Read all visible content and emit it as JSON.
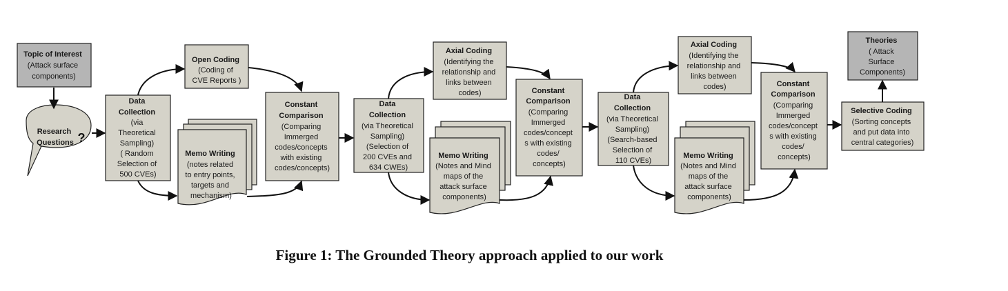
{
  "caption": "Figure 1: The Grounded Theory approach applied to our work",
  "colors": {
    "box_fill": "#d5d3c9",
    "dark_box_fill": "#b5b5b5",
    "stroke": "#222222"
  },
  "nodes": {
    "topic": {
      "title": "Topic of Interest",
      "lines": [
        "(Attack surface",
        "components)"
      ]
    },
    "rq": {
      "title": "Research",
      "title2": "Questions",
      "mark": "?"
    },
    "dc1": {
      "title": "Data",
      "title2": "Collection",
      "lines": [
        "(via",
        "Theoretical",
        "Sampling)",
        "( Random",
        "Selection of",
        "500 CVEs)"
      ]
    },
    "oc": {
      "title": "Open Coding",
      "lines": [
        "(Coding of",
        "CVE Reports )"
      ]
    },
    "memo1": {
      "title": "Memo Writing",
      "lines": [
        "(notes related",
        "to entry points,",
        "targets and",
        "mechanism)"
      ]
    },
    "cc1": {
      "title": "Constant",
      "title2": "Comparison",
      "lines": [
        "(Comparing",
        "Immerged",
        "codes/concepts",
        "with existing",
        "codes/concepts)"
      ]
    },
    "dc2": {
      "title": "Data",
      "title2": "Collection",
      "lines": [
        "(via Theoretical",
        "Sampling)",
        "(Selection of",
        "200 CVEs and",
        "634 CWEs)"
      ]
    },
    "ax1": {
      "title": "Axial Coding",
      "lines": [
        "(Identifying the",
        "relationship and",
        "links between",
        "codes)"
      ]
    },
    "memo2": {
      "title": "Memo Writing",
      "lines": [
        "(Notes and Mind",
        "maps of the",
        "attack surface",
        "components)"
      ]
    },
    "cc2": {
      "title": "Constant",
      "title2": "Comparison",
      "lines": [
        "(Comparing",
        "Immerged",
        "codes/concept",
        "s with existing",
        "codes/",
        "concepts)"
      ]
    },
    "dc3": {
      "title": "Data",
      "title2": "Collection",
      "lines": [
        "(via Theoretical",
        "Sampling)",
        "(Search-based",
        "Selection of",
        "110 CVEs)"
      ]
    },
    "ax2": {
      "title": "Axial Coding",
      "lines": [
        "(Identifying the",
        "relationship and",
        "links between",
        "codes)"
      ]
    },
    "memo3": {
      "title": "Memo Writing",
      "lines": [
        "(Notes and Mind",
        "maps of the",
        "attack surface",
        "components)"
      ]
    },
    "cc3": {
      "title": "Constant",
      "title2": "Comparison",
      "lines": [
        "(Comparing",
        "Immerged",
        "codes/concept",
        "s with existing",
        "codes/",
        "concepts)"
      ]
    },
    "sc": {
      "title": "Selective Coding",
      "lines": [
        "(Sorting concepts",
        "and put data into",
        "central categories)"
      ]
    },
    "theories": {
      "title": "Theories",
      "lines": [
        "( Attack",
        "Surface",
        "Components)"
      ]
    }
  }
}
